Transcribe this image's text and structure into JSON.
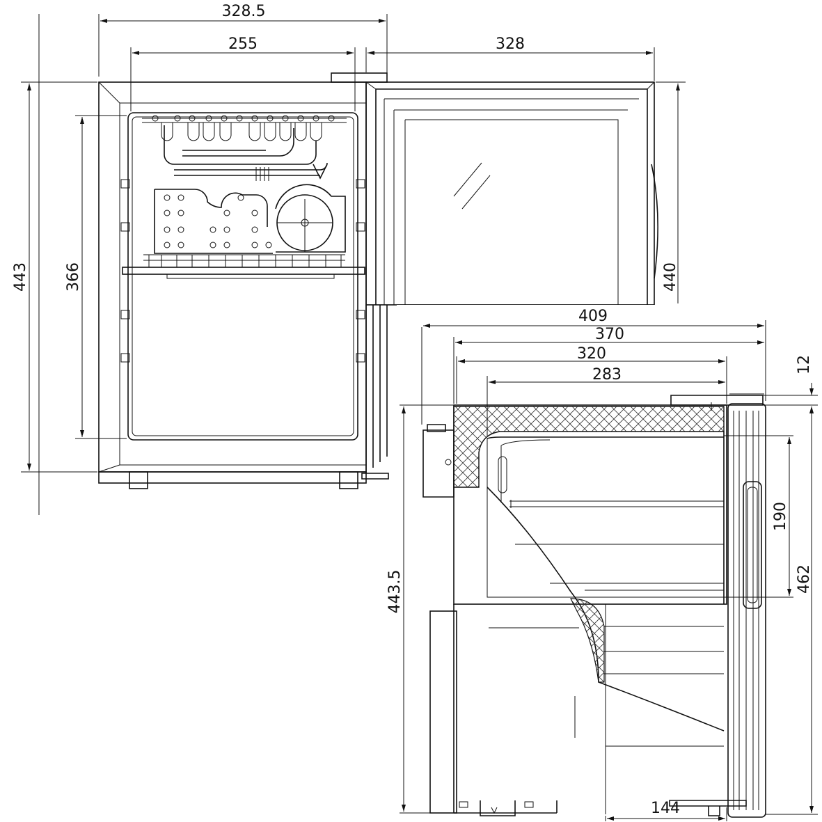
{
  "front_view": {
    "dimensions": {
      "overall_width": "328.5",
      "inner_width": "255",
      "door_width": "328",
      "overall_height": "443",
      "inner_height": "366",
      "door_height": "440"
    }
  },
  "side_view": {
    "dimensions": {
      "overall_depth": "409",
      "depth_370": "370",
      "depth_320": "320",
      "depth_283": "283",
      "top_step": "12",
      "body_height": "443.5",
      "shelf_gap": "190",
      "overall_height": "462",
      "door_offset": "144"
    }
  }
}
